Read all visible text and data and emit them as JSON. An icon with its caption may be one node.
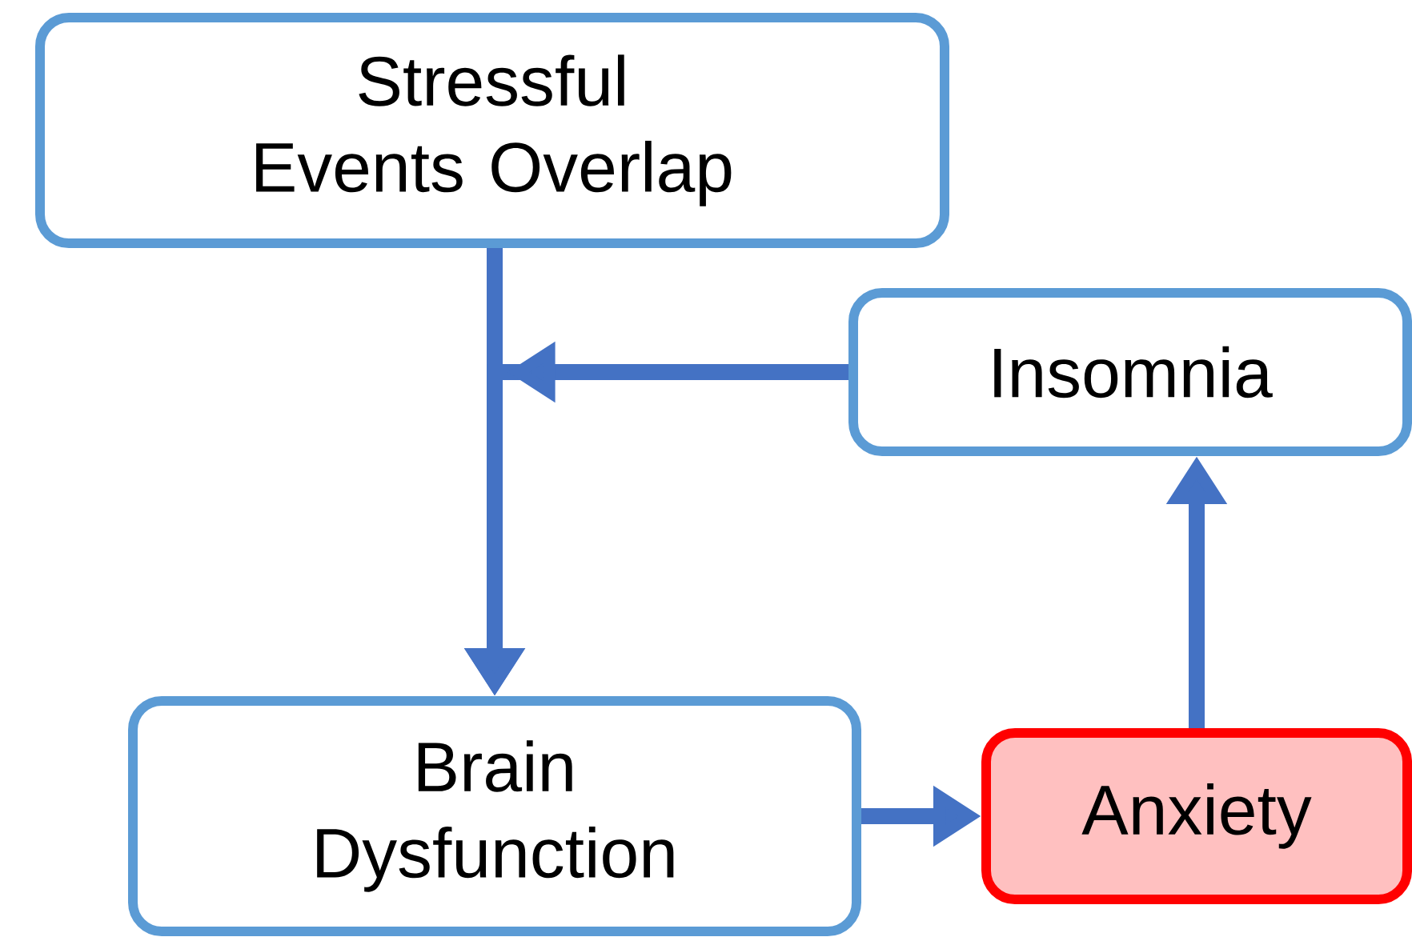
{
  "diagram": {
    "nodes": [
      {
        "text": [
          "Stressful Events Overlap"
        ]
      },
      {
        "text": [
          "Insomnia"
        ]
      },
      {
        "text": [
          "Brain Dysfunction"
        ]
      },
      {
        "text": [
          "Anxiety"
        ]
      }
    ],
    "edges": [
      {
        "from": 0,
        "to": 2,
        "arrow": "to"
      },
      {
        "from": 1,
        "to": 2,
        "arrow": "to"
      },
      {
        "from": 2,
        "to": 3,
        "arrow": "to"
      },
      {
        "from": 3,
        "to": 1,
        "arrow": "to"
      }
    ]
  }
}
